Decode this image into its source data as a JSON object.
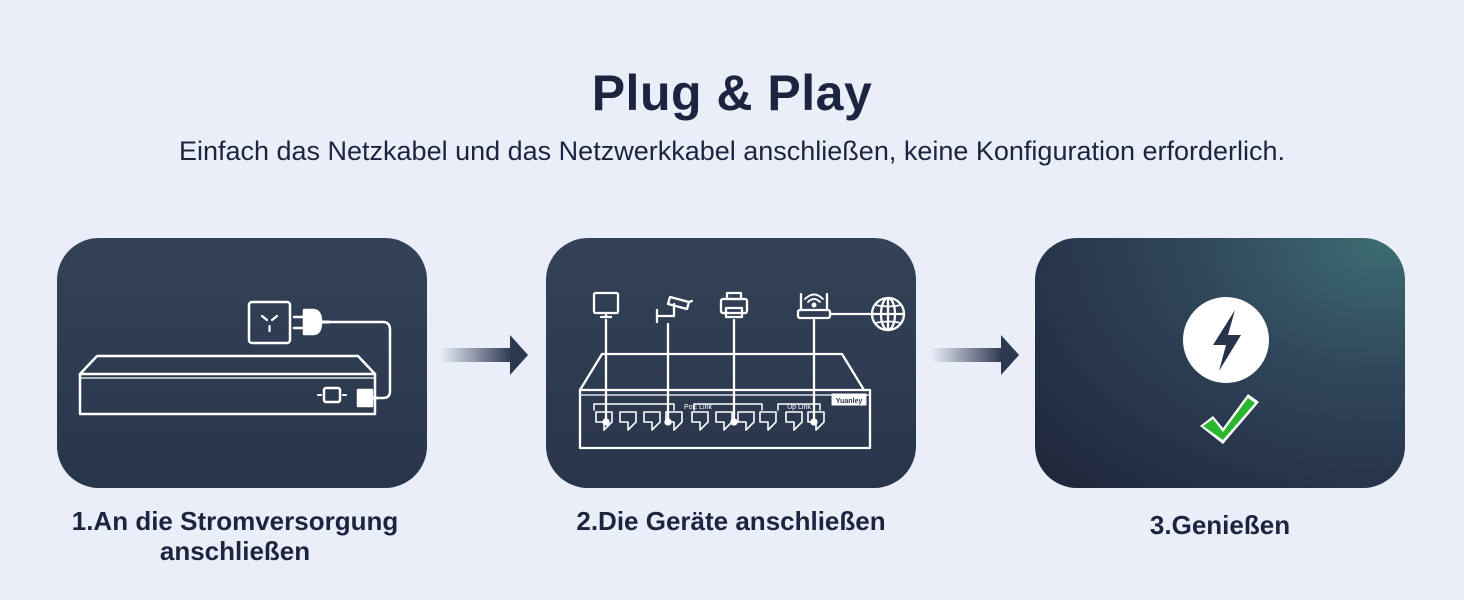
{
  "header": {
    "title": "Plug & Play",
    "subtitle": "Einfach das Netzkabel und das Netzwerkkabel anschließen, keine Konfiguration erforderlich."
  },
  "steps": [
    {
      "caption": "1.An die Stromversorgung anschließen",
      "illustration": "switch-power-connection"
    },
    {
      "caption": "2.Die Geräte anschließen",
      "illustration": "switch-device-connection",
      "switch": {
        "brand": "Yuanley",
        "poe_label": "PoE Link",
        "uplink_label": "Up Link"
      }
    },
    {
      "caption": "3.Genießen",
      "illustration": "ready-status"
    }
  ],
  "colors": {
    "background": "#eaeef9",
    "text": "#1d2440",
    "card": "#2c394d",
    "check": "#2cb52f"
  }
}
